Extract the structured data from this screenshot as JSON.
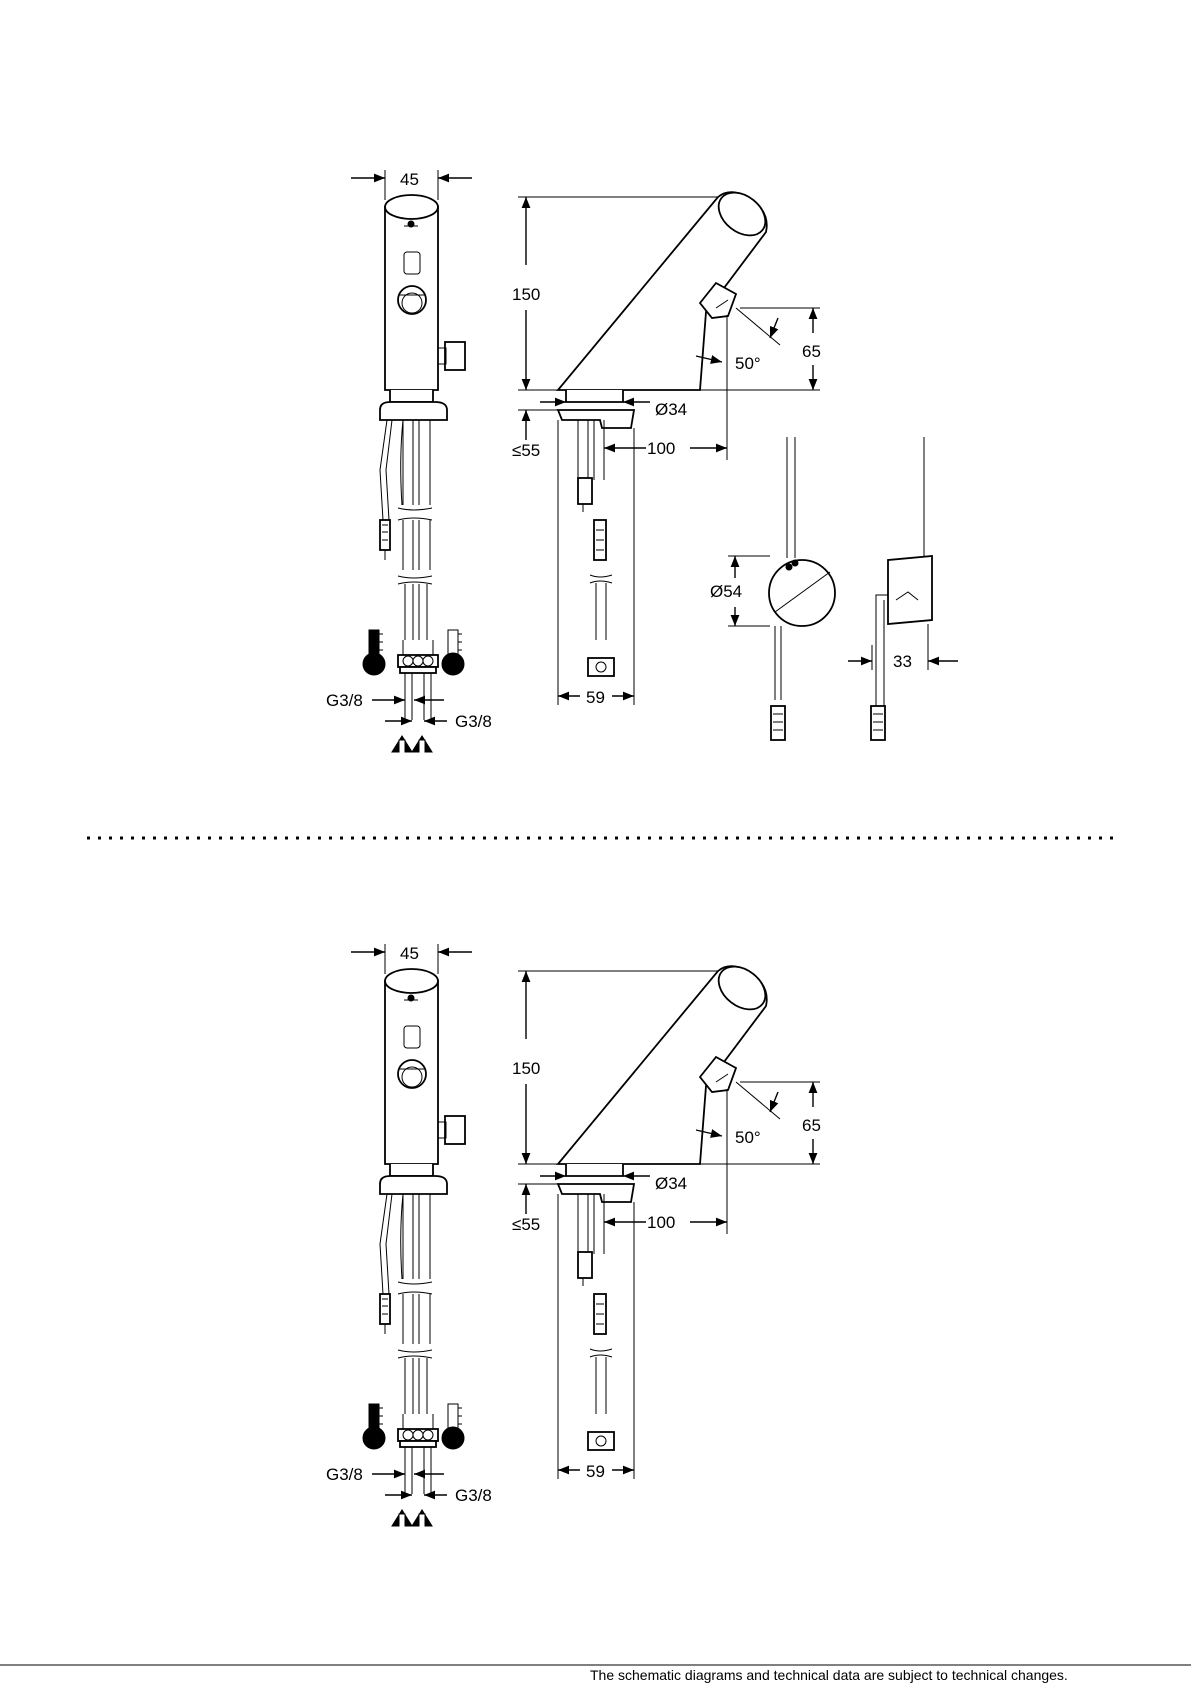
{
  "drawings": [
    {
      "labels": {
        "width": "45",
        "height": "150",
        "sensor_height": "65",
        "angle": "50°",
        "flange_diameter": "Ø34",
        "mount_thickness": "≤55",
        "projection": "100",
        "base_depth": "59",
        "thread_left": "G3/8",
        "thread_right": "G3/8",
        "box_diameter": "Ø54",
        "box_depth": "33"
      }
    },
    {
      "labels": {
        "width": "45",
        "height": "150",
        "sensor_height": "65",
        "angle": "50°",
        "flange_diameter": "Ø34",
        "mount_thickness": "≤55",
        "projection": "100",
        "base_depth": "59",
        "thread_left": "G3/8",
        "thread_right": "G3/8"
      }
    }
  ],
  "footer_text": "The schematic diagrams and technical data are subject to technical changes."
}
